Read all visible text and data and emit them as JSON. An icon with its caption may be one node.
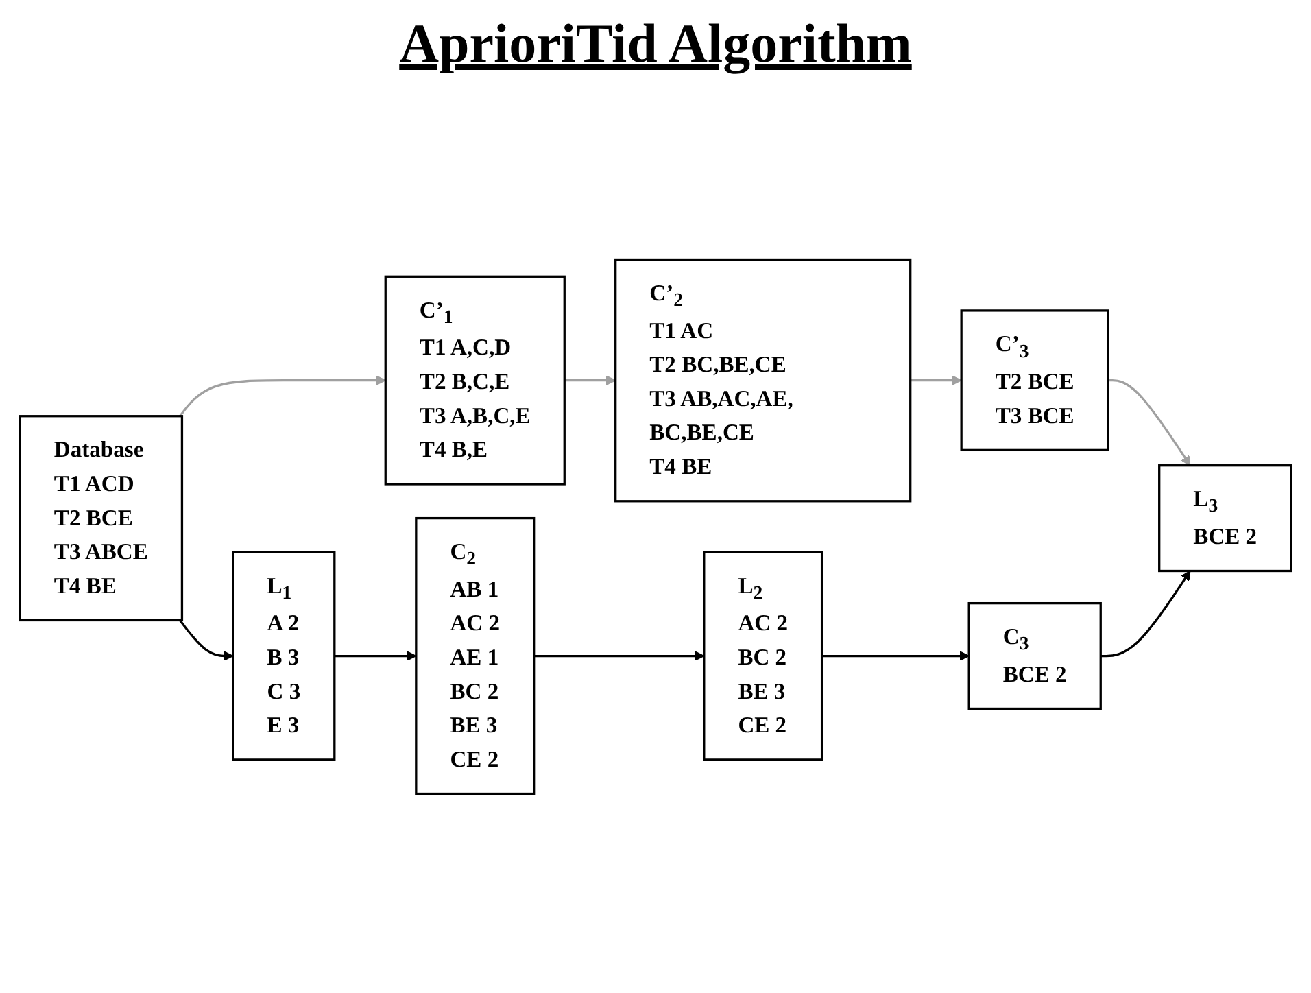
{
  "diagram": {
    "title": "AprioriTid Algorithm",
    "nodes": [
      {
        "text": [
          "Database",
          "T1 ACD",
          "T2 BCE",
          "T3 ABCE",
          "T4 BE"
        ]
      },
      {
        "text": [
          "C’$_{1}$",
          "T1 A,C,D",
          "T2 B,C,E",
          "T3 A,B,C,E",
          "T4 B,E"
        ]
      },
      {
        "text": [
          "C’$_{2}$",
          "T1 AC",
          "T2 BC,BE,CE",
          "T3 AB,AC,AE, BC,BE,CE",
          "T4 BE"
        ]
      },
      {
        "text": [
          "L$_{1}$",
          "A 2",
          "B 3",
          "C 3",
          "E 3"
        ]
      },
      {
        "text": [
          "C$_{2}$",
          "AB 1",
          "AC 2",
          "AE 1",
          "BC 2",
          "BE 3",
          "CE 2"
        ]
      },
      {
        "text": [
          "L$_{2}$",
          "AC 2",
          "BC 2",
          "BE 3",
          "CE 2"
        ]
      },
      {
        "text": [
          "C’$_{3}$",
          "T2 BCE",
          "T3 BCE"
        ]
      },
      {
        "text": [
          "C$_{3}$",
          "BCE 2"
        ]
      },
      {
        "text": [
          "L$_{3}$",
          "BCE 2"
        ]
      }
    ],
    "edges": [
      {
        "from": 0,
        "to": 1,
        "arrow": "to",
        "color": "#a0a0a0"
      },
      {
        "from": 1,
        "to": 2,
        "arrow": "to",
        "color": "#a0a0a0"
      },
      {
        "from": 0,
        "to": 3,
        "arrow": "to"
      },
      {
        "from": 3,
        "to": 4,
        "arrow": "to"
      },
      {
        "from": 4,
        "to": 5,
        "arrow": "to"
      },
      {
        "from": 2,
        "to": 6,
        "arrow": "to",
        "color": "#a0a0a0"
      },
      {
        "from": 5,
        "to": 7,
        "arrow": "to"
      },
      {
        "from": 6,
        "to": 8,
        "arrow": "to",
        "color": "#a0a0a0"
      },
      {
        "from": 7,
        "to": 8,
        "arrow": "to"
      }
    ]
  }
}
